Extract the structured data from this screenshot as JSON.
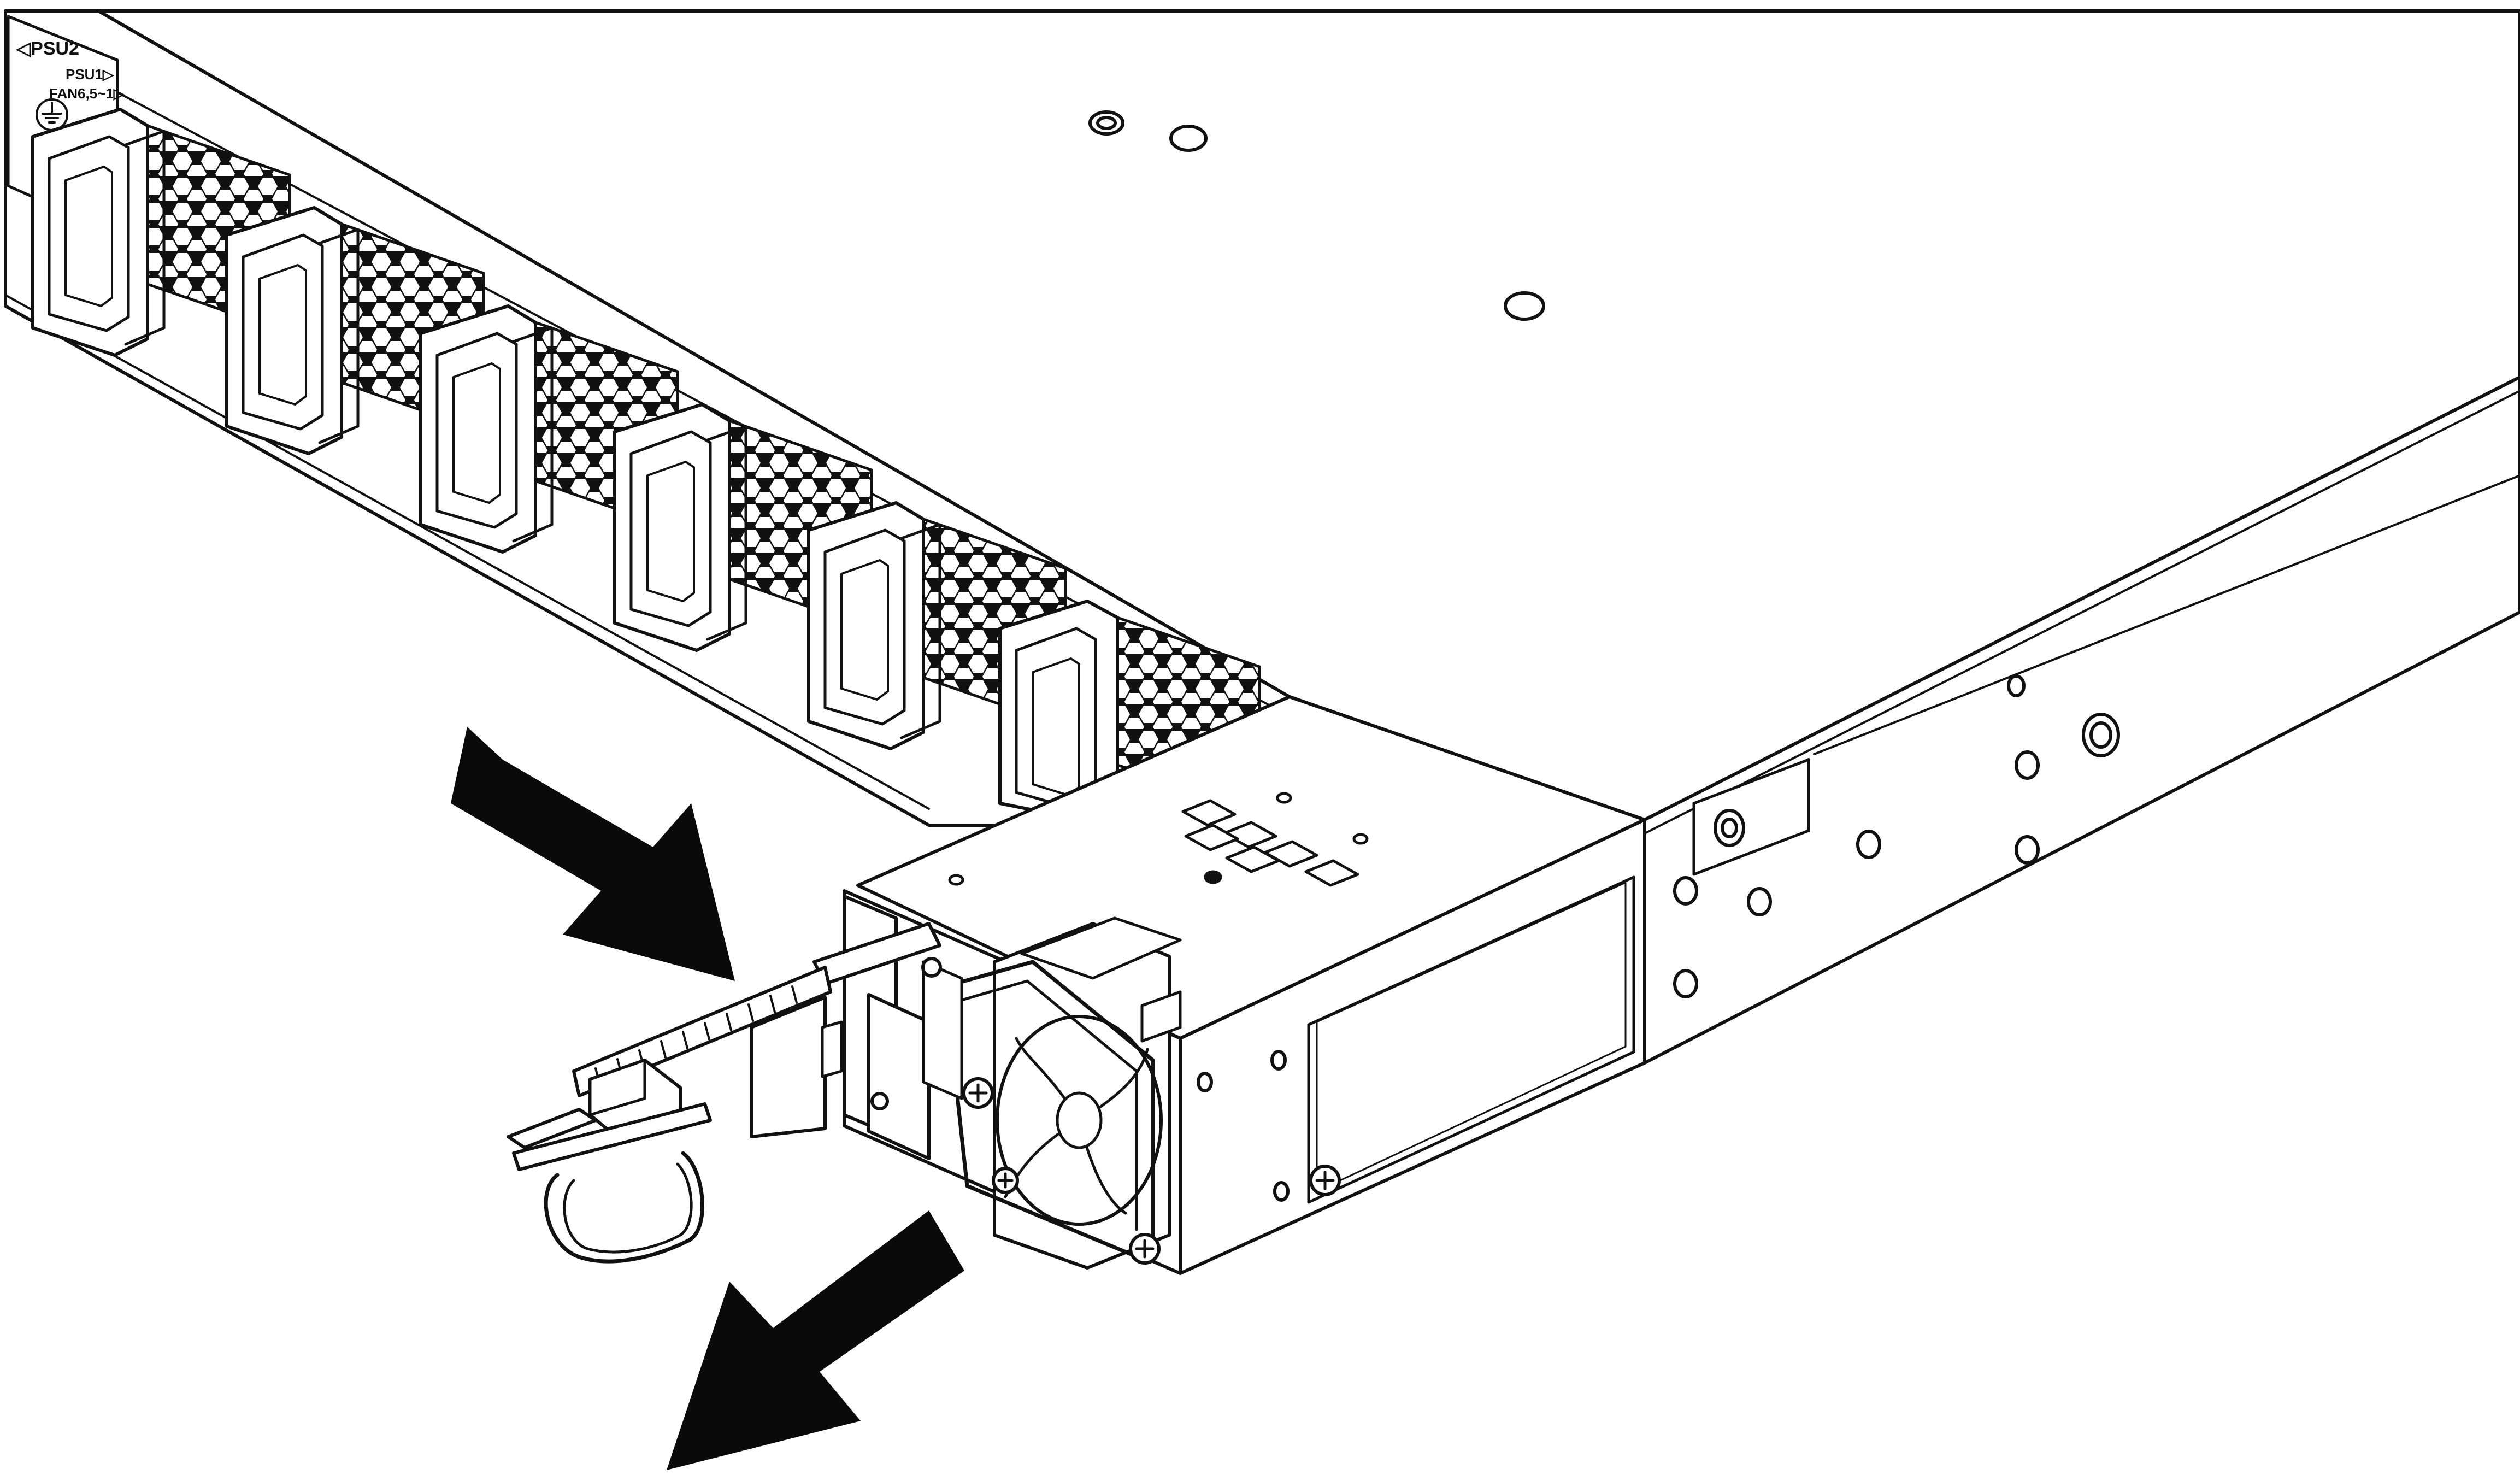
{
  "colors": {
    "line": "#111111",
    "fill": "#ffffff",
    "arrow": "#0a0a0a"
  },
  "panel_labels": {
    "psu2": "◁PSU2",
    "psu1": "PSU1▷",
    "fans": "FAN6,5~1▷"
  },
  "fan_modules": {
    "count": 6
  },
  "arrows": [
    {
      "name": "push-arrow",
      "meaning": "insert direction"
    },
    {
      "name": "pull-arrow",
      "meaning": "remove direction"
    }
  ],
  "icons": [
    "ground-icon",
    "phillips-screw-icon"
  ]
}
